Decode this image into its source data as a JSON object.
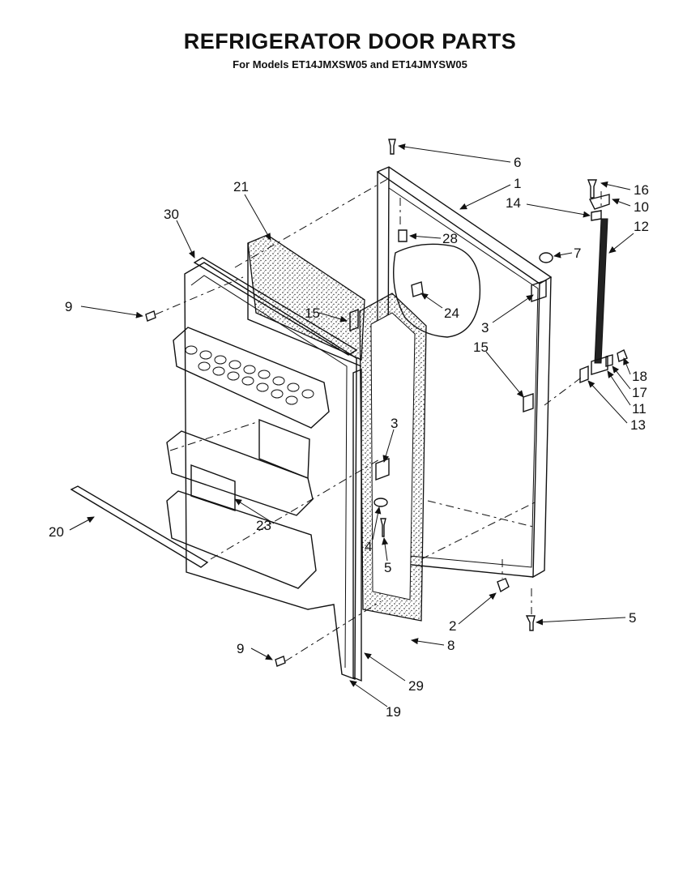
{
  "header": {
    "title": "REFRIGERATOR DOOR PARTS",
    "subtitle": "For Models ET14JMXSW05 and ET14JMYSW05"
  },
  "callouts": [
    {
      "id": "c6",
      "text": "6"
    },
    {
      "id": "c1",
      "text": "1"
    },
    {
      "id": "c21",
      "text": "21"
    },
    {
      "id": "c16",
      "text": "16"
    },
    {
      "id": "c14",
      "text": "14"
    },
    {
      "id": "c10",
      "text": "10"
    },
    {
      "id": "c12",
      "text": "12"
    },
    {
      "id": "c30",
      "text": "30"
    },
    {
      "id": "c28",
      "text": "28"
    },
    {
      "id": "c7",
      "text": "7"
    },
    {
      "id": "c9a",
      "text": "9"
    },
    {
      "id": "c15a",
      "text": "15"
    },
    {
      "id": "c24",
      "text": "24"
    },
    {
      "id": "c3a",
      "text": "3"
    },
    {
      "id": "c15b",
      "text": "15"
    },
    {
      "id": "c18",
      "text": "18"
    },
    {
      "id": "c17",
      "text": "17"
    },
    {
      "id": "c11",
      "text": "11"
    },
    {
      "id": "c13",
      "text": "13"
    },
    {
      "id": "c3b",
      "text": "3"
    },
    {
      "id": "c20",
      "text": "20"
    },
    {
      "id": "c23",
      "text": "23"
    },
    {
      "id": "c4",
      "text": "4"
    },
    {
      "id": "c5a",
      "text": "5"
    },
    {
      "id": "c2",
      "text": "2"
    },
    {
      "id": "c5b",
      "text": "5"
    },
    {
      "id": "c8",
      "text": "8"
    },
    {
      "id": "c9b",
      "text": "9"
    },
    {
      "id": "c29",
      "text": "29"
    },
    {
      "id": "c19",
      "text": "19"
    }
  ]
}
